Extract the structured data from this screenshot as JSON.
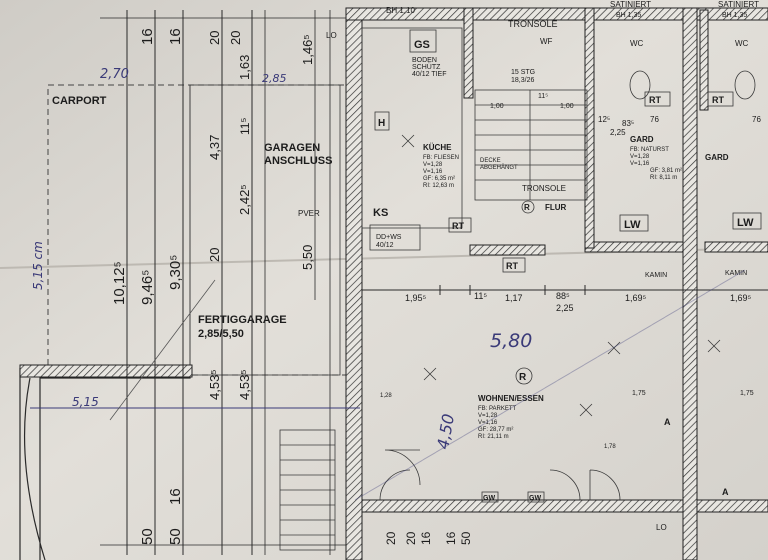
{
  "rooms": {
    "carport": "CARPORT",
    "garage_connection": [
      "GARAGEN",
      "ANSCHLUSS"
    ],
    "prefab_garage": [
      "FERTIGGARAGE",
      "2,85/5,50"
    ],
    "kitchen": {
      "name": "KÜCHE",
      "lines": [
        "FB: FLIESEN",
        "V=1,28",
        "V=1,16",
        "GF: 6,35 m²",
        "RI: 12,63 m"
      ]
    },
    "living": {
      "name": "WOHNEN/ESSEN",
      "lines": [
        "FB: PARKETT",
        "V=1,28",
        "V=1,16",
        "GF: 28,77 m²",
        "RI: 21,11 m"
      ]
    },
    "hall": {
      "name": "FLUR"
    },
    "wc": "WC",
    "garderobe": {
      "name": "GARD",
      "lines": [
        "FB: NATURST",
        "V=1,28",
        "V=1,16",
        "GF: 3,81 m²",
        "RI: 8,11 m"
      ]
    },
    "garderobe_right": "GARD",
    "stairs": [
      "15 STG",
      "18,3/26"
    ],
    "boiler": [
      "BODEN",
      "SCHÜTZ",
      "40/12 TIEF"
    ]
  },
  "labels": {
    "satiniert_1": "SATINIERT",
    "satiniert_2": "SATINIERT",
    "bh_top": "BH 1,10",
    "bh_sat1": "BH 1,35",
    "bh_sat2": "BH 1,35",
    "tronsole_top": "TRONSOLE",
    "tronsole_mid": "TRONSOLE",
    "decke_abgehaengt": [
      "DECKE",
      "ABGEHÄNGT"
    ],
    "gs": "GS",
    "ks": "KS",
    "h": "H",
    "wf": "WF",
    "dd_ws": [
      "DD+WS",
      "40/12"
    ],
    "pver": "PVER",
    "rt": "RT",
    "lw": "LW",
    "gw": "GW",
    "kamen": "KAMIN",
    "lo": "LO",
    "r_symbol": "R",
    "a_marker": "A"
  },
  "dimensions": {
    "vertical_left": [
      "10,12⁵",
      "9,46⁵",
      "9,30⁵"
    ],
    "vertical_mid": [
      "4,37",
      "2,42⁵",
      "20",
      "4,53⁵",
      "4,53⁵",
      "5,50"
    ],
    "top_numbers": [
      "16",
      "16",
      "20",
      "20",
      "1,63",
      "1,46⁵",
      "11⁵"
    ],
    "bottom_numbers": [
      "50",
      "16",
      "50",
      "16",
      "20",
      "16",
      "50",
      "20"
    ],
    "horizontal_row": [
      "1,95⁵",
      "11⁵",
      "1,17",
      "88⁵",
      "1,69⁵",
      "1,69⁵"
    ],
    "horizontal_sub": "2,25",
    "small_kitchen": [
      "1,00",
      "1,00",
      "11⁵"
    ],
    "stair_width": "1,75",
    "door_bh": [
      "1,28",
      "1,78"
    ],
    "wc_dims": [
      "12⁵",
      "83⁵",
      "76",
      "76",
      "2,25"
    ]
  },
  "annotations": {
    "handwritten_270": "2,70",
    "handwritten_285": "2,85",
    "handwritten_515cm": "5,15 cm",
    "handwritten_580": "5,80",
    "handwritten_450": "4,50",
    "handwritten_515": "5,15"
  }
}
